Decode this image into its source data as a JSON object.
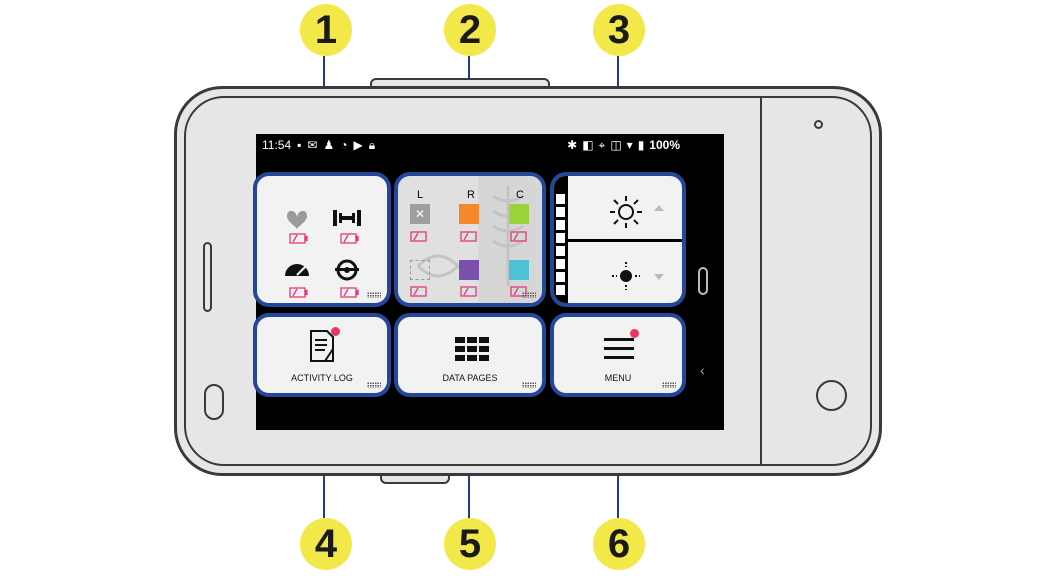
{
  "callouts": [
    {
      "number": "1"
    },
    {
      "number": "2"
    },
    {
      "number": "3"
    },
    {
      "number": "4"
    },
    {
      "number": "5"
    },
    {
      "number": "6"
    }
  ],
  "status_bar": {
    "time": "11:54",
    "battery": "100%"
  },
  "tiles": {
    "sensors": {
      "items": [
        "heart-rate-icon",
        "power-meter-icon",
        "speed-icon",
        "cadence-icon"
      ],
      "battery_color": "#e23a7a"
    },
    "lights": {
      "columns": [
        {
          "label": "L"
        },
        {
          "label": "R"
        },
        {
          "label": "C"
        }
      ],
      "top_colors": [
        "#9e9e9e",
        "#f7872b",
        "#9bd23a"
      ],
      "bottom_colors": [
        "#cfcfcf",
        "#7a4fb0",
        "#4dc2d4"
      ]
    },
    "brightness": {
      "up_icon": "sun-outline-icon",
      "down_icon": "sun-filled-icon"
    },
    "activity_log": {
      "label": "ACTIVITY LOG",
      "has_notification": true
    },
    "data_pages": {
      "label": "DATA PAGES"
    },
    "menu": {
      "label": "MENU",
      "has_notification": true
    }
  },
  "colors": {
    "callout_fill": "#f3e84a",
    "tile_border": "#24479a",
    "notification": "#e8385f"
  }
}
